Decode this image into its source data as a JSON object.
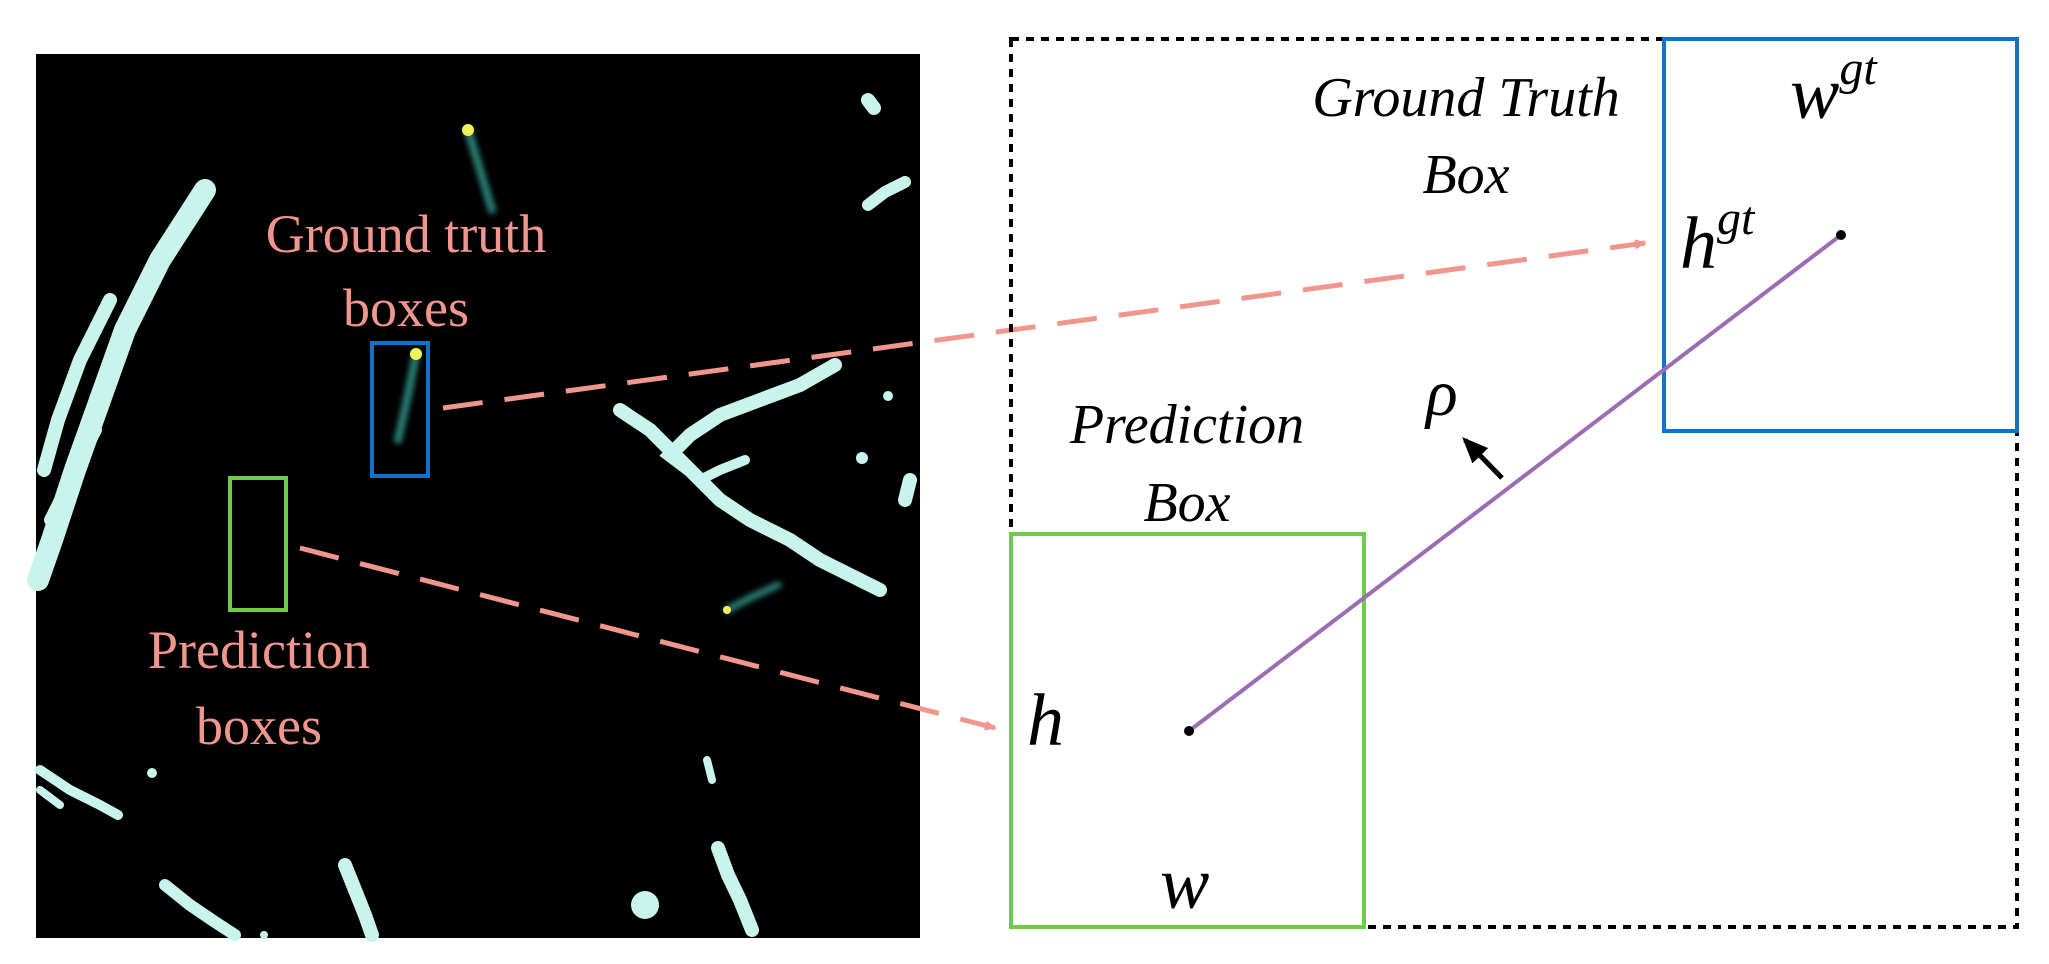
{
  "colors": {
    "background": "#ffffff",
    "image_bg": "#000000",
    "streak": "#c8f4ec",
    "target_glow": "#3ff0d8",
    "target_core": "#f1f25a",
    "ground_truth_box": "#1273c6",
    "prediction_box": "#6fcc4b",
    "annotation_text": "#f0968c",
    "arrow": "#f0968c",
    "distance_line": "#9c6cb4",
    "dashed_frame": "#000000",
    "math_text": "#000000"
  },
  "left_image": {
    "ground_truth_label": [
      "Ground truth",
      "boxes"
    ],
    "prediction_label": [
      "Prediction",
      "boxes"
    ]
  },
  "right_diagram": {
    "ground_truth_title": [
      "Ground Truth",
      "Box"
    ],
    "prediction_title": [
      "Prediction",
      "Box"
    ],
    "gt_width_symbol": "w",
    "gt_width_superscript": "gt",
    "gt_height_symbol": "h",
    "gt_height_superscript": "gt",
    "pred_height_symbol": "h",
    "pred_width_symbol": "w",
    "distance_symbol": "ρ"
  }
}
